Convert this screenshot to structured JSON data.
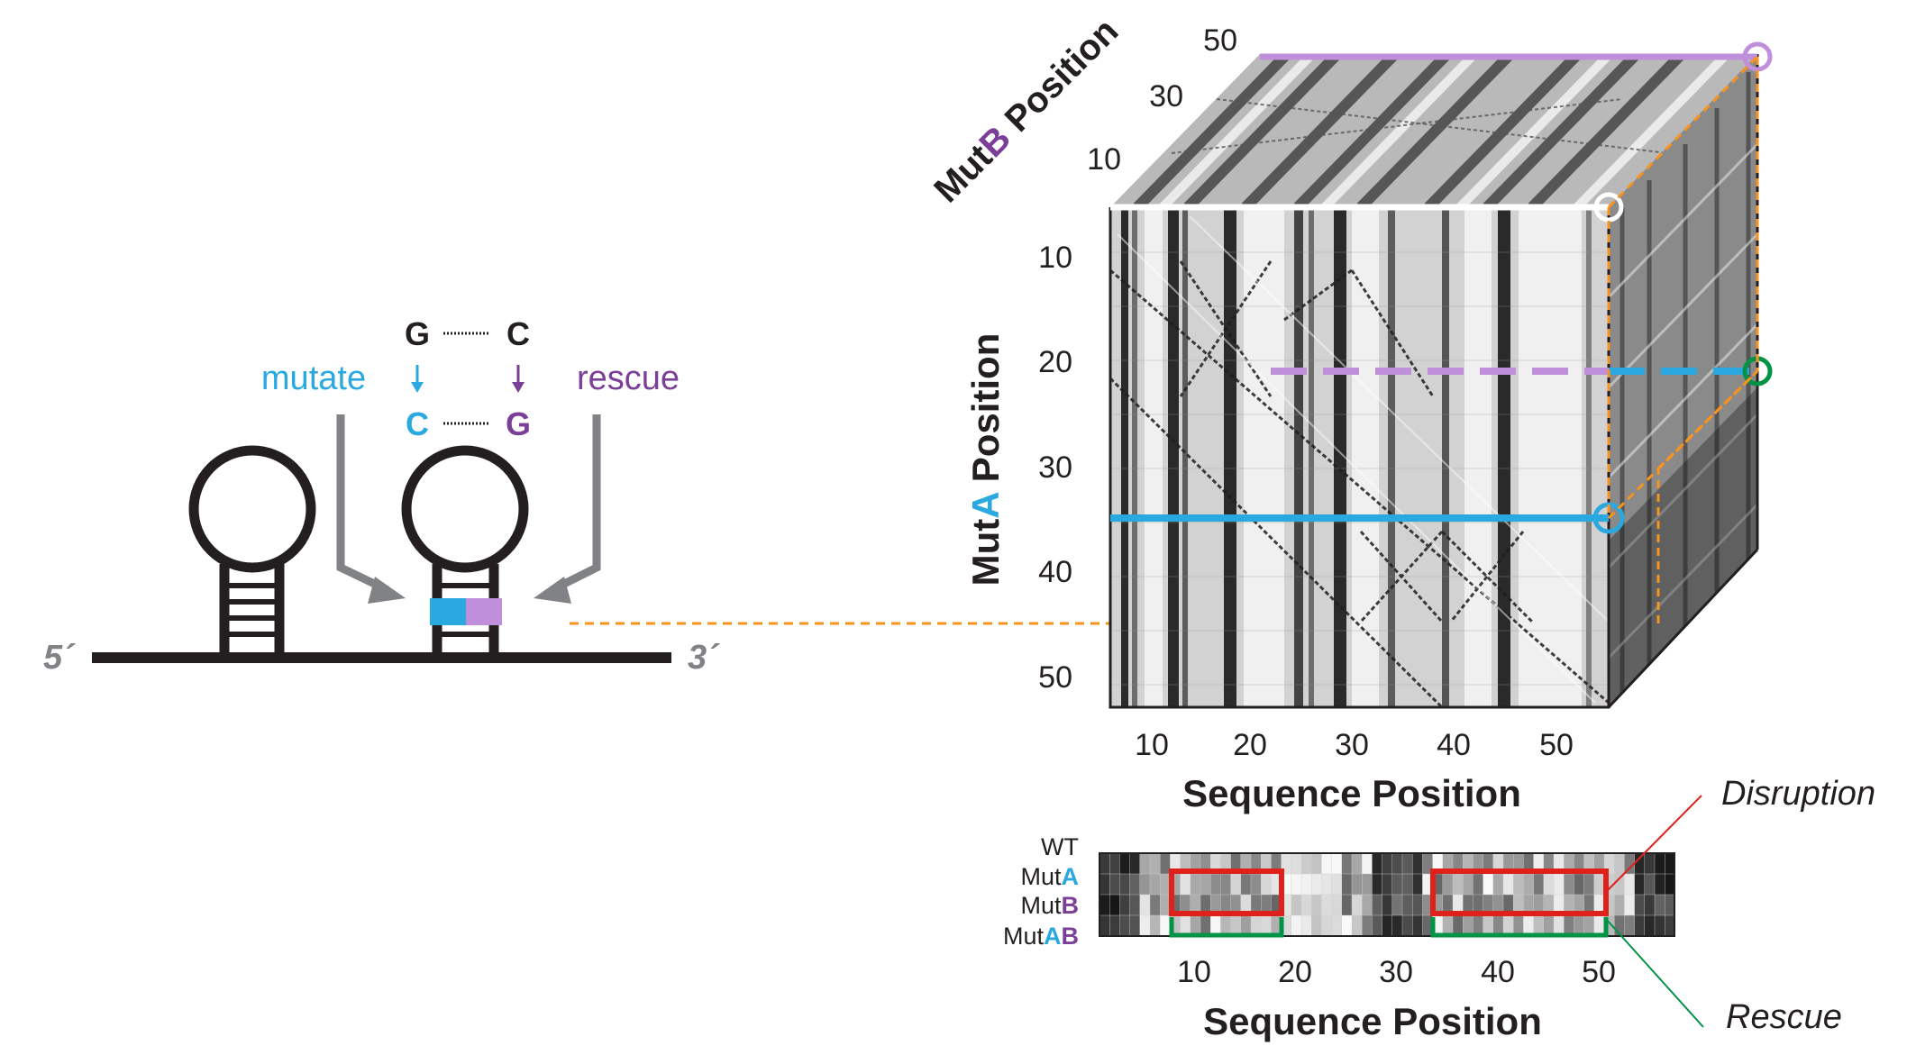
{
  "structure": {
    "five_prime": "5´",
    "three_prime": "3´",
    "top_pair": {
      "left": "G",
      "right": "C"
    },
    "bottom_pair": {
      "left": "C",
      "right": "G"
    },
    "mutate_label": "mutate",
    "rescue_label": "rescue"
  },
  "cube": {
    "x_ticks": [
      "10",
      "20",
      "30",
      "40",
      "50"
    ],
    "x_axis_label": "Sequence Position",
    "y_ticks": [
      "10",
      "20",
      "30",
      "40",
      "50"
    ],
    "y_axis_label": {
      "prefix": "Mut",
      "highlight": "A",
      "suffix": " Position"
    },
    "z_ticks": [
      "10",
      "30",
      "50"
    ],
    "z_axis_label": {
      "prefix": "Mut",
      "highlight": "B",
      "suffix": " Position"
    }
  },
  "strip": {
    "rows": [
      {
        "prefix": "WT",
        "a": "",
        "b": ""
      },
      {
        "prefix": "Mut",
        "a": "A",
        "b": ""
      },
      {
        "prefix": "Mut",
        "a": "",
        "b": "B"
      },
      {
        "prefix": "Mut",
        "a": "A",
        "b": "B"
      }
    ],
    "x_ticks": [
      "10",
      "20",
      "30",
      "40",
      "50"
    ],
    "x_axis_label": "Sequence Position",
    "disruption_label": "Disruption",
    "rescue_label": "Rescue"
  },
  "colors": {
    "mutA": "#29a9e0",
    "mutB": "#7b3f98",
    "mutB_light": "#c08fdc",
    "orange": "#f7931e",
    "green": "#009245",
    "red": "#e0201b",
    "dark": "#231f20"
  }
}
